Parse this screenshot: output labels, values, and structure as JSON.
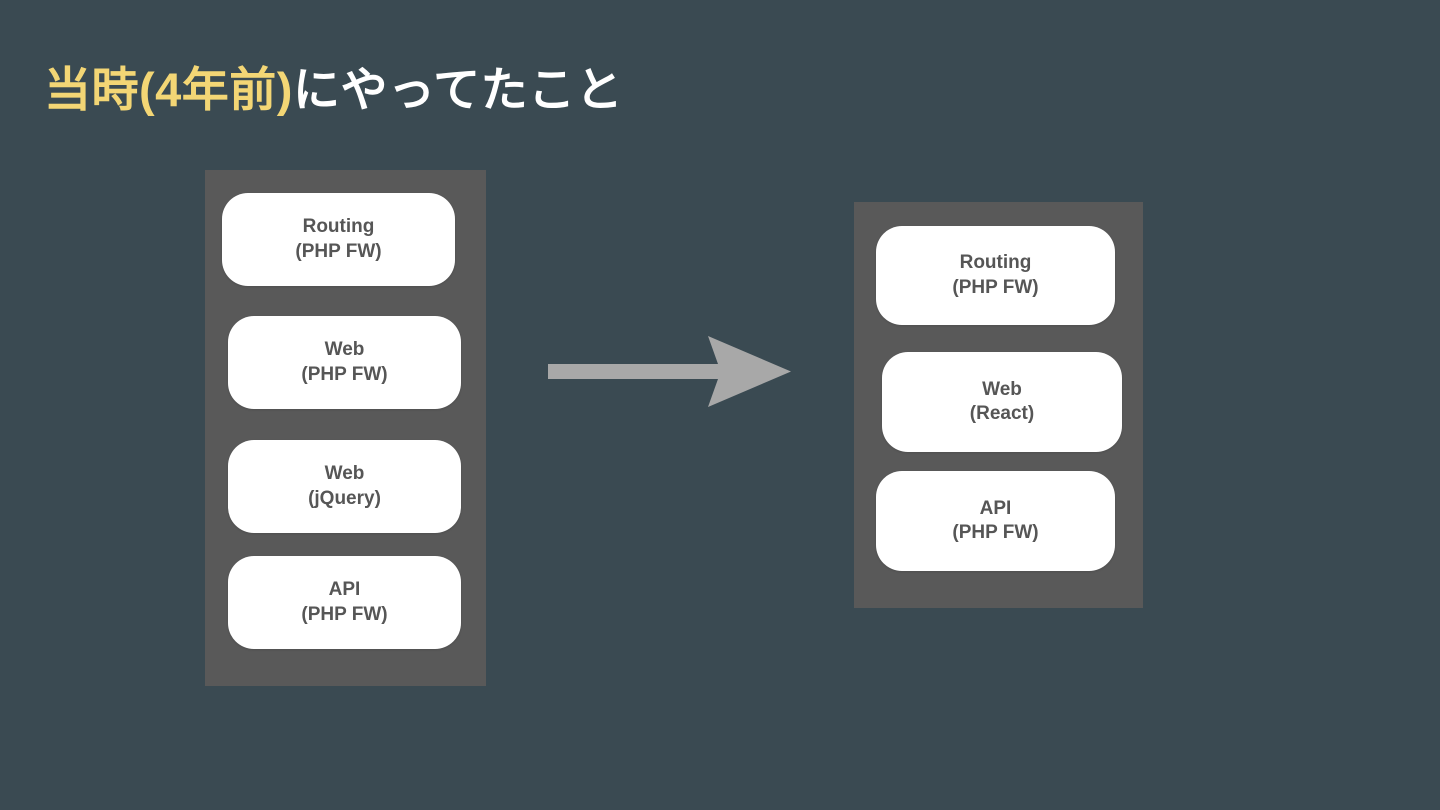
{
  "slide": {
    "background_color": "#3a4a52",
    "title": {
      "accent_text": "当時(4年前)",
      "plain_text": "にやってたこと",
      "accent_color": "#f3d675",
      "plain_color": "#ffffff"
    },
    "panel_color": "#595959",
    "card_color": "#ffffff",
    "card_text_color": "#565656",
    "arrow_color": "#a8a8a8"
  },
  "diagram": {
    "type": "before-after-stack",
    "arrow": {
      "icon": "arrow-right-icon",
      "direction": "right",
      "color": "#a8a8a8"
    },
    "before": {
      "label": "before-stack",
      "cards": [
        {
          "line1": "Routing",
          "line2": "(PHP FW)"
        },
        {
          "line1": "Web",
          "line2": "(PHP FW)"
        },
        {
          "line1": "Web",
          "line2": "(jQuery)"
        },
        {
          "line1": "API",
          "line2": "(PHP FW)"
        }
      ]
    },
    "after": {
      "label": "after-stack",
      "cards": [
        {
          "line1": "Routing",
          "line2": "(PHP FW)"
        },
        {
          "line1": "Web",
          "line2": "(React)"
        },
        {
          "line1": "API",
          "line2": "(PHP FW)"
        }
      ]
    }
  }
}
